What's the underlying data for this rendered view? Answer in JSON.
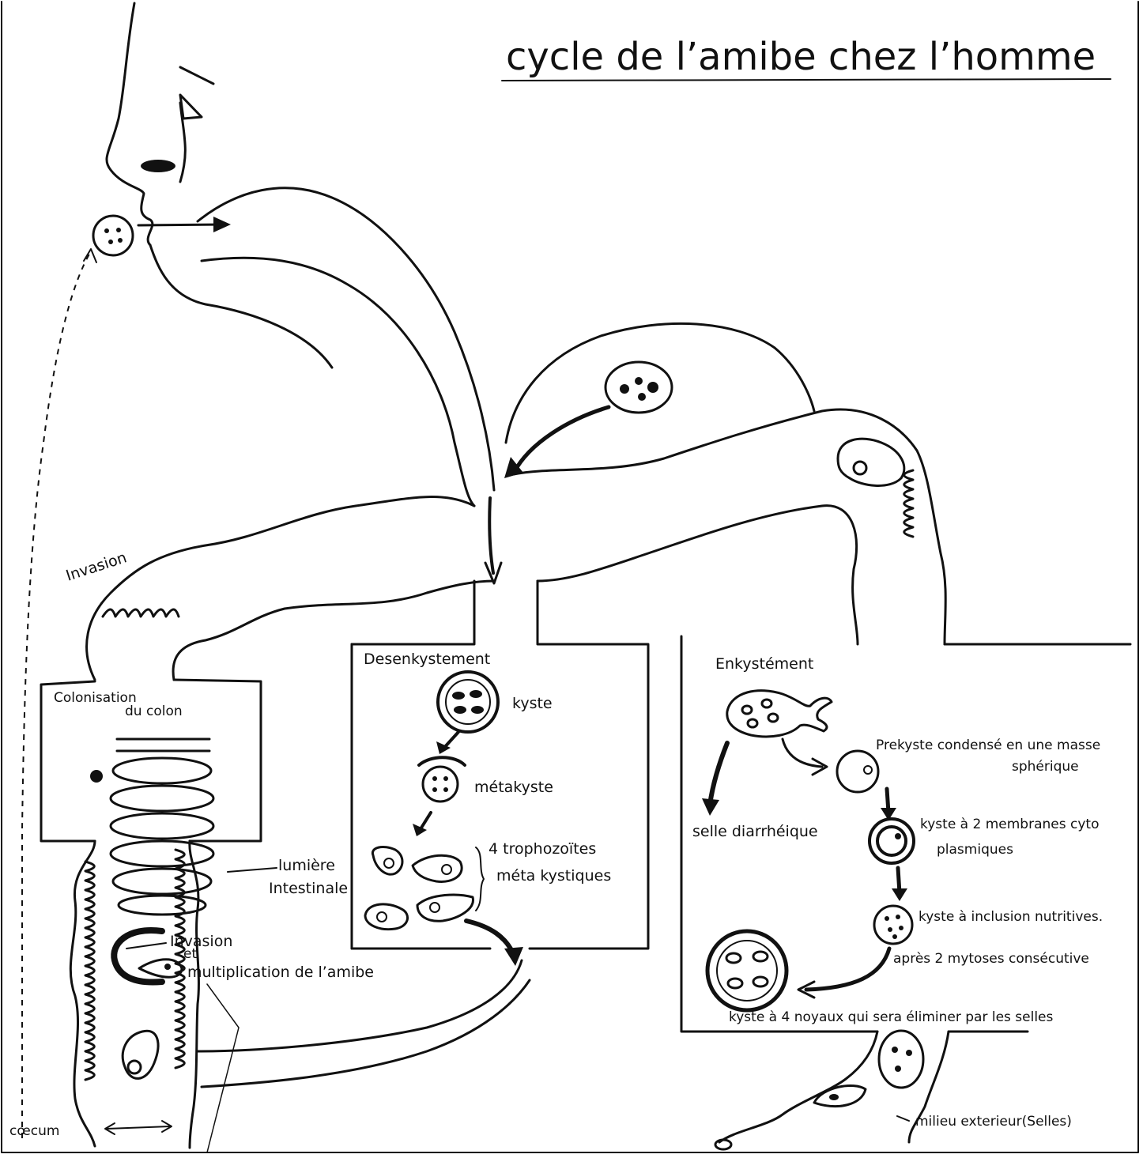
{
  "title": "cycle de l’amibe chez l’homme",
  "labels": {
    "invasion_top": "Invasion",
    "colonisation_1": "Colonisation",
    "colonisation_2": "du colon",
    "lumiere_1": "lumière",
    "lumiere_2": "Intestinale",
    "invasion_mult_1": "Invasion",
    "invasion_mult_2": "et",
    "invasion_mult_3": "multiplication de l’amibe",
    "caecum": "cœcum"
  },
  "desenkystement": {
    "title": "Desenkystement",
    "kyste": "kyste",
    "metakyste": "métakyste",
    "tropho_1": "4 trophozoïtes",
    "tropho_2": "méta kystiques"
  },
  "enkystement": {
    "title": "Enkystément",
    "prekyste_1": "Prekyste condensé en une masse",
    "prekyste_2": "sphérique",
    "selle": "selle diarrhéique",
    "kyste2m_1": "kyste à 2 membranes cyto",
    "kyste2m_2": "plasmiques",
    "inclusion": "kyste à inclusion nutritives.",
    "mytoses": "après 2 mytoses consécutive",
    "kyste4": "kyste à 4 noyaux qui sera éliminer par les selles",
    "milieu": "milieu exterieur(Selles)"
  }
}
